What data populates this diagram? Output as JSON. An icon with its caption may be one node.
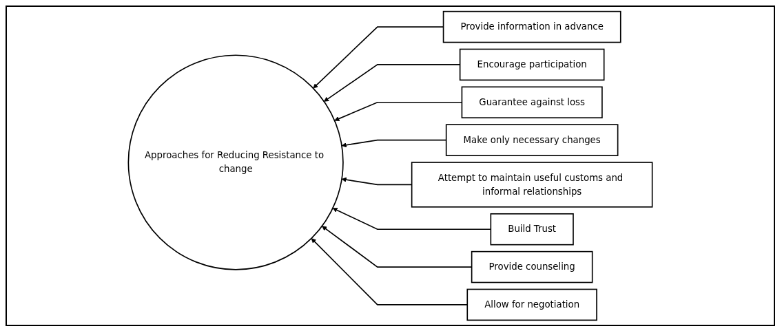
{
  "diagram": {
    "nodes": [
      {
        "text": [
          "Approaches for Reducing Resistance to change"
        ]
      },
      {
        "text": [
          "Provide information in advance"
        ]
      },
      {
        "text": [
          "Encourage participation"
        ]
      },
      {
        "text": [
          "Guarantee against loss"
        ]
      },
      {
        "text": [
          "Make only necessary changes"
        ]
      },
      {
        "text": [
          "Attempt to maintain useful customs and informal relationships"
        ]
      },
      {
        "text": [
          "Build Trust"
        ]
      },
      {
        "text": [
          "Provide counseling"
        ]
      },
      {
        "text": [
          "Allow for negotiation"
        ]
      }
    ],
    "edges": [
      {
        "from": 1,
        "to": 0,
        "arrow": "to"
      },
      {
        "from": 2,
        "to": 0,
        "arrow": "to"
      },
      {
        "from": 3,
        "to": 0,
        "arrow": "to"
      },
      {
        "from": 4,
        "to": 0,
        "arrow": "to"
      },
      {
        "from": 5,
        "to": 0,
        "arrow": "to"
      },
      {
        "from": 6,
        "to": 0,
        "arrow": "to"
      },
      {
        "from": 7,
        "to": 0,
        "arrow": "to"
      },
      {
        "from": 8,
        "to": 0,
        "arrow": "to"
      }
    ]
  }
}
